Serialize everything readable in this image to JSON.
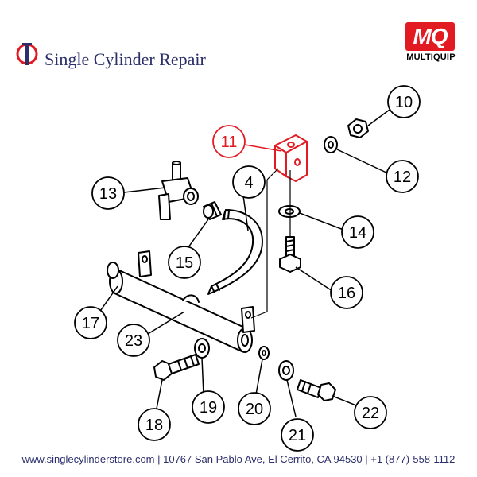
{
  "header": {
    "brand_name": "Single Cylinder Repair",
    "logo_mark": "MQ",
    "logo_name": "MULTIQUIP"
  },
  "diagram": {
    "highlight_color": "#e21b23",
    "line_color": "#000000",
    "callouts": [
      {
        "number": "10",
        "highlighted": false
      },
      {
        "number": "11",
        "highlighted": true
      },
      {
        "number": "12",
        "highlighted": false
      },
      {
        "number": "13",
        "highlighted": false
      },
      {
        "number": "4",
        "highlighted": false
      },
      {
        "number": "14",
        "highlighted": false
      },
      {
        "number": "15",
        "highlighted": false
      },
      {
        "number": "16",
        "highlighted": false
      },
      {
        "number": "17",
        "highlighted": false
      },
      {
        "number": "23",
        "highlighted": false
      },
      {
        "number": "18",
        "highlighted": false
      },
      {
        "number": "19",
        "highlighted": false
      },
      {
        "number": "20",
        "highlighted": false
      },
      {
        "number": "21",
        "highlighted": false
      },
      {
        "number": "22",
        "highlighted": false
      }
    ]
  },
  "footer": {
    "text": "www.singlecylinderstore.com  |  10767 San Pablo Ave, El Cerrito, CA 94530  |  +1 (877)-558-1112"
  }
}
